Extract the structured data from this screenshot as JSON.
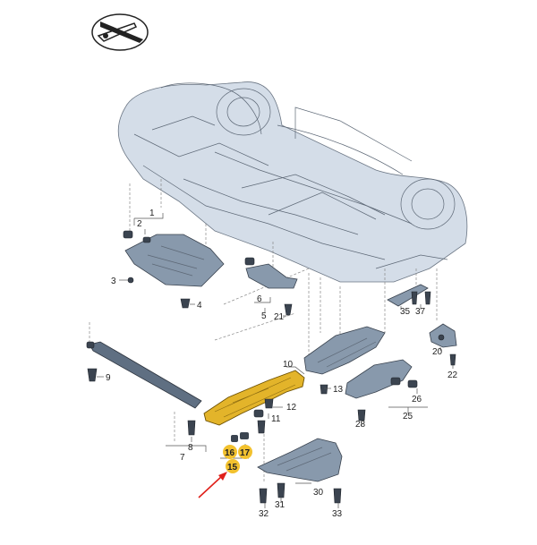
{
  "labels": {
    "l1": "1",
    "l2": "2",
    "l3": "3",
    "l4": "4",
    "l5": "5",
    "l6": "6",
    "l7": "7",
    "l8": "8",
    "l9": "9",
    "l10": "10",
    "l11": "11",
    "l12": "12",
    "l13": "13",
    "l15": "15",
    "l16": "16",
    "l17": "17",
    "l20": "20",
    "l21": "21",
    "l22": "22",
    "l25": "25",
    "l26": "26",
    "l28": "28",
    "l30": "30",
    "l31": "31",
    "l32": "32",
    "l33": "33",
    "l35": "35",
    "l37": "37"
  },
  "colors": {
    "highlight_part": "#e3b42a",
    "highlight_badge": "#f2c12e",
    "arrow": "#e0201a",
    "part": "#8899ac",
    "car_body": "#d4dde8"
  },
  "icons": {
    "logo": "planetary-gear-icon",
    "arrow": "red-pointer-arrow"
  }
}
